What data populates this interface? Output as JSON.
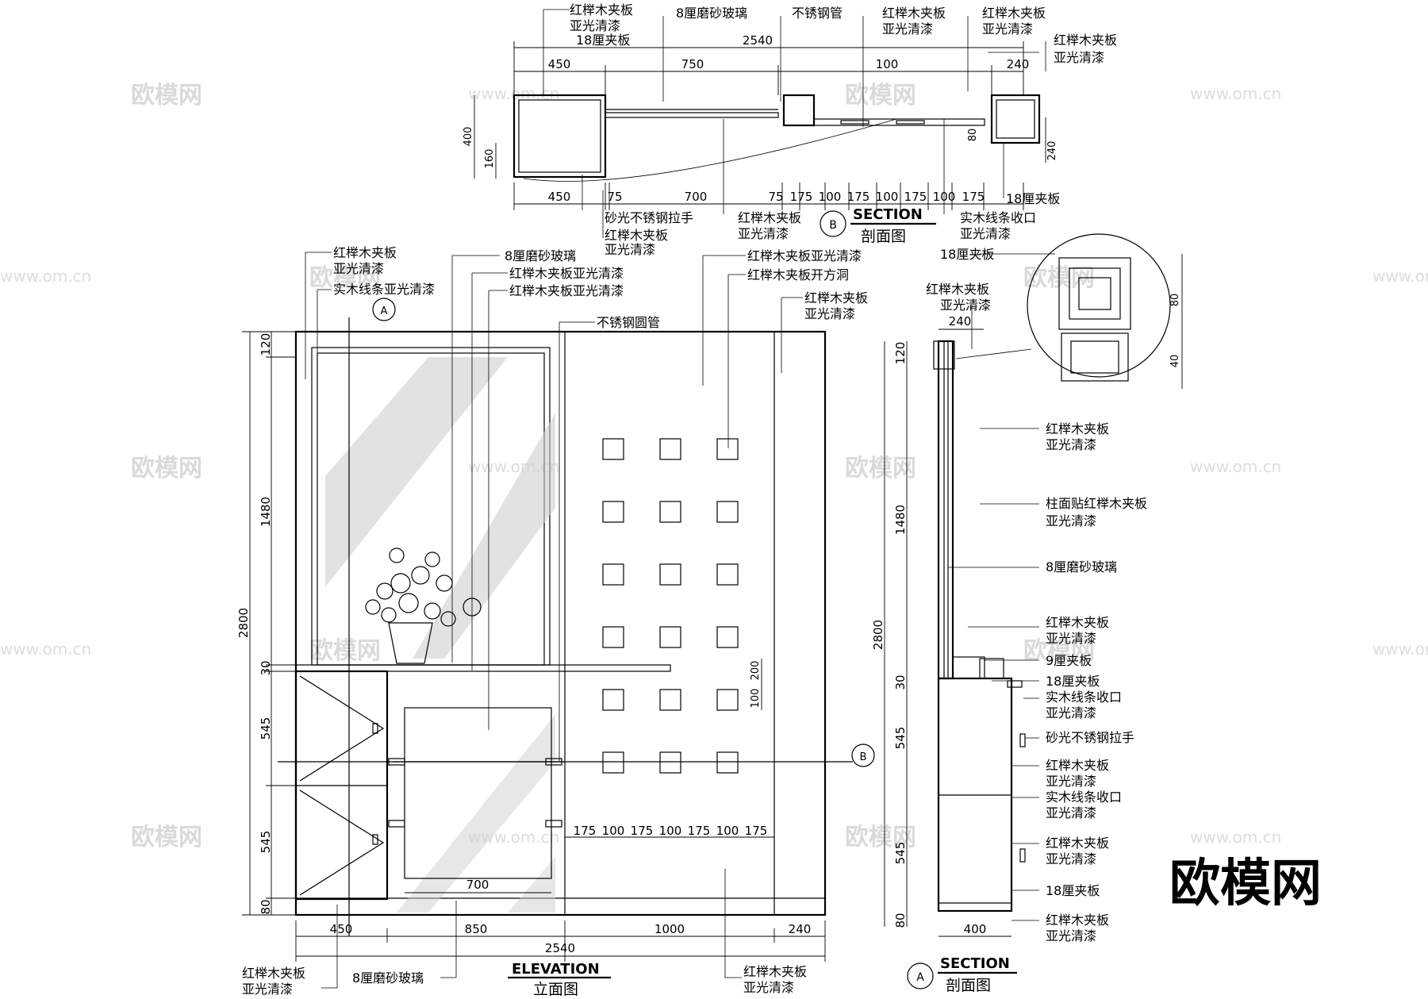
{
  "watermark": {
    "brand": "欧模网",
    "url": "www.om.cn"
  },
  "brand_logo": "欧模网",
  "titles": {
    "elevation_en": "ELEVATION",
    "elevation_cn": "立面图",
    "section_b_en": "SECTION",
    "section_b_cn": "剖面图",
    "section_a_en": "SECTION",
    "section_a_cn": "剖面图",
    "marker_b": "B",
    "marker_a": "A"
  },
  "materials": {
    "wood_veneer": "红榉木夹板",
    "matte_lacquer": "亚光清漆",
    "frosted_glass_8": "8厘磨砂玻璃",
    "stainless_pipe": "不锈钢管",
    "stainless_round_pipe": "不锈钢圆管",
    "plywood_18": "18厘夹板",
    "plywood_9": "9厘夹板",
    "solid_wood_strip_lacquer": "实木线条亚光清漆",
    "solid_wood_edge": "实木线条收口",
    "satin_handle": "砂光不锈钢拉手",
    "veneer_lacquer": "红榉木夹板亚光清漆",
    "veneer_square_hole": "红榉木夹板开方洞",
    "column_veneer": "柱面贴红榉木夹板"
  },
  "plan_dims": {
    "total": "2540",
    "top": [
      "450",
      "750",
      "100",
      "240"
    ],
    "bottom": [
      "450",
      "75",
      "700",
      "75",
      "175",
      "100",
      "175",
      "100",
      "175",
      "100",
      "175"
    ],
    "left_400": "400",
    "left_160": "160",
    "right_240": "240",
    "right_80": "80"
  },
  "elev_dims": {
    "vertical": [
      "120",
      "1480",
      "30",
      "545",
      "545",
      "80"
    ],
    "total_height": "2800",
    "bottom": [
      "450",
      "850",
      "1000",
      "240"
    ],
    "total_width": "2540",
    "inner_700": "700",
    "holes_row": [
      "175",
      "100",
      "175",
      "100",
      "175",
      "100",
      "175"
    ],
    "hole_200": "200",
    "hole_100": "100"
  },
  "side_dims": {
    "top_240": "240",
    "bottom_400": "400",
    "vertical": [
      "120",
      "1480",
      "30",
      "545",
      "545",
      "80"
    ],
    "total_height": "2800",
    "detail_80": "80",
    "detail_40": "40"
  }
}
